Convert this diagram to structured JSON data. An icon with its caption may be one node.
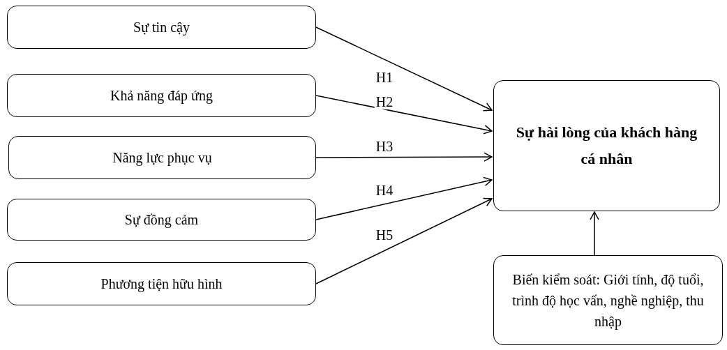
{
  "diagram": {
    "nodes": [
      {
        "text": [
          "Sự tin cậy"
        ]
      },
      {
        "text": [
          "Khả năng đáp ứng"
        ]
      },
      {
        "text": [
          "Năng lực phục vụ"
        ]
      },
      {
        "text": [
          "Sự đồng cảm"
        ]
      },
      {
        "text": [
          "Phương tiện hữu hình"
        ]
      },
      {
        "text": [
          "Sự hài lòng của khách hàng cá nhân"
        ]
      },
      {
        "text": [
          "Biến kiểm soát: Giới tính, độ tuổi, trình độ học vấn, nghề nghiệp, thu nhập"
        ]
      }
    ],
    "edges": [
      {
        "from": 0,
        "to": 5,
        "arrow": "to",
        "label": "H1"
      },
      {
        "from": 1,
        "to": 5,
        "arrow": "to",
        "label": "H2"
      },
      {
        "from": 2,
        "to": 5,
        "arrow": "to",
        "label": "H3"
      },
      {
        "from": 3,
        "to": 5,
        "arrow": "to",
        "label": "H4"
      },
      {
        "from": 4,
        "to": 5,
        "arrow": "to",
        "label": "H5"
      },
      {
        "from": 6,
        "to": 5,
        "arrow": "to"
      }
    ]
  }
}
